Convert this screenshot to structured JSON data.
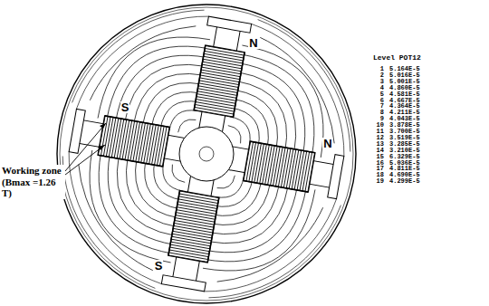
{
  "diagram": {
    "labels": [
      "N",
      "S",
      "N",
      "S",
      "Working zone (Bmax =1.26 T)",
      "Level POT12",
      "1",
      "5.164E-5",
      "2",
      "5.016E-5",
      "3",
      "5.001E-5",
      "4",
      "4.860E-5",
      "5",
      "4.581E-5",
      "6",
      "4.667E-5",
      "7",
      "4.364E-5",
      "8",
      "4.211E-5",
      "9",
      "4.043E-5",
      "10",
      "3.878E-5",
      "11",
      "3.700E-5",
      "12",
      "3.519E-5",
      "13",
      "3.285E-5",
      "14",
      "3.210E-5",
      "15",
      "6.329E-5",
      "16",
      "5.036E-5",
      "17",
      "4.811E-5",
      "18",
      "4.690E-5",
      "19",
      "4.299E-5"
    ]
  }
}
